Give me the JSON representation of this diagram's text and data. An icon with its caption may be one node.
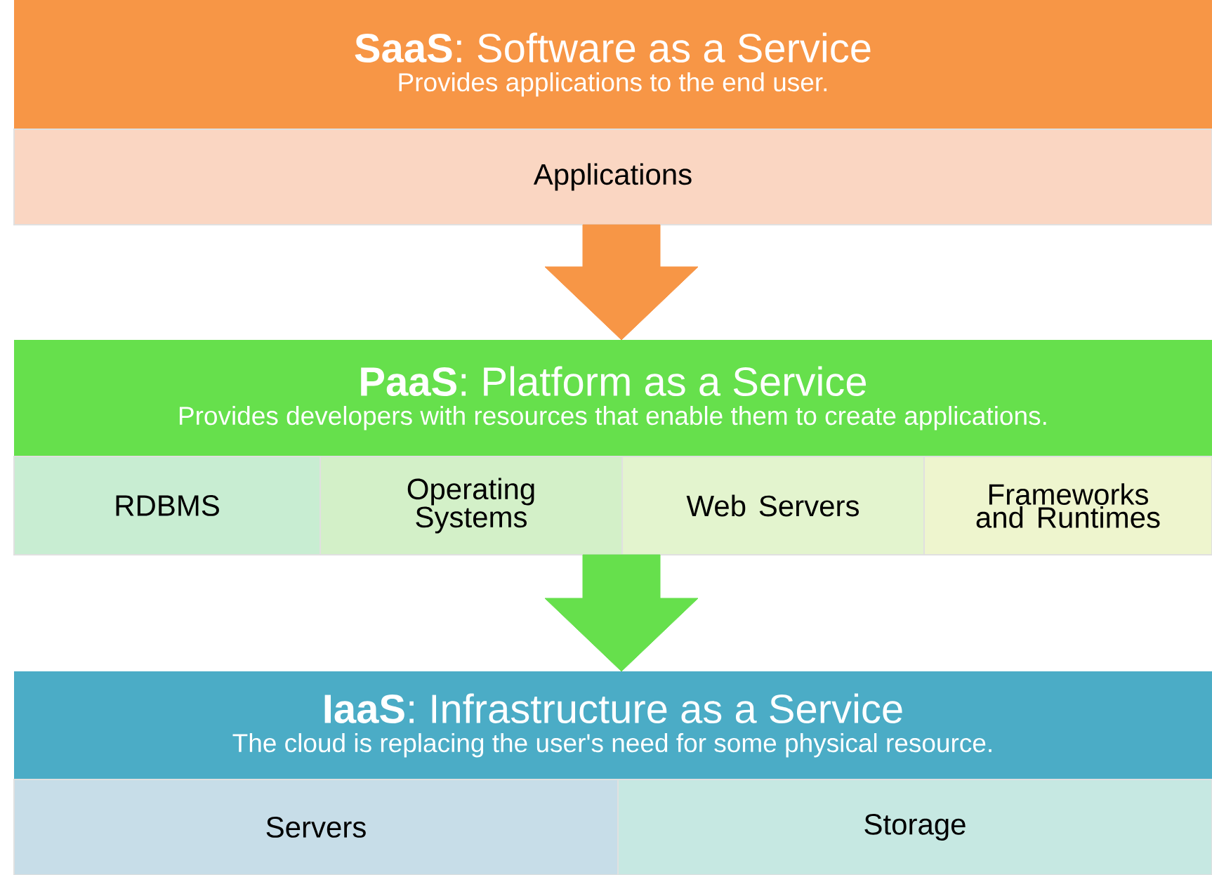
{
  "diagram": {
    "nodes": [
      {
        "text": [
          "**SaaS**: Software as a Service",
          "Provides applications to the end user."
        ]
      },
      {
        "text": [
          "Applications"
        ]
      },
      {
        "text": [
          "**PaaS**: Platform as a Service",
          "Provides developers with resources that enable them to create applications."
        ]
      },
      {
        "text": [
          "RDBMS"
        ]
      },
      {
        "text": [
          "Operating Systems"
        ]
      },
      {
        "text": [
          "Web Servers"
        ]
      },
      {
        "text": [
          "Frameworks and Runtimes"
        ]
      },
      {
        "text": [
          "**IaaS**: Infrastructure as a Service",
          "The cloud is replacing the user's need for some physical resource."
        ]
      },
      {
        "text": [
          "Servers"
        ]
      },
      {
        "text": [
          "Storage"
        ]
      }
    ],
    "edges": [
      {
        "from": 1,
        "to": 2,
        "arrow": "to",
        "style": "thick",
        "color": "#f79646"
      },
      {
        "from": 5,
        "to": 7,
        "arrow": "to",
        "style": "thick",
        "color": "#66e04c"
      }
    ]
  }
}
